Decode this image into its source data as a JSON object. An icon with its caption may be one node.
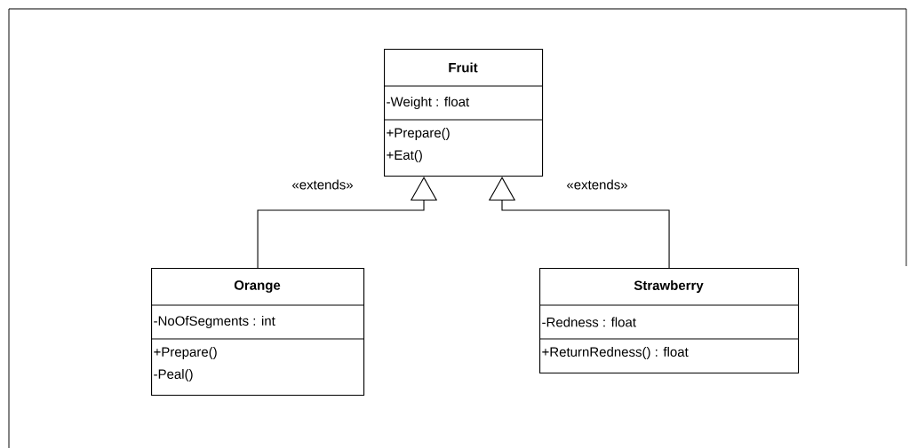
{
  "diagram": {
    "nodes": [
      {
        "text": [
          "Fruit",
          "-Weight : float",
          "+Prepare()",
          "+Eat()"
        ]
      },
      {
        "text": [
          "Orange",
          "-NoOfSegments : int",
          "+Prepare()",
          "-Peal()"
        ]
      },
      {
        "text": [
          "Strawberry",
          "-Redness : float",
          "+ReturnRedness() : float"
        ]
      }
    ],
    "edges": [
      {
        "from": 1,
        "to": 0,
        "arrow": "to",
        "label": "«extends»"
      },
      {
        "from": 2,
        "to": 0,
        "arrow": "to",
        "label": "«extends»"
      }
    ]
  }
}
